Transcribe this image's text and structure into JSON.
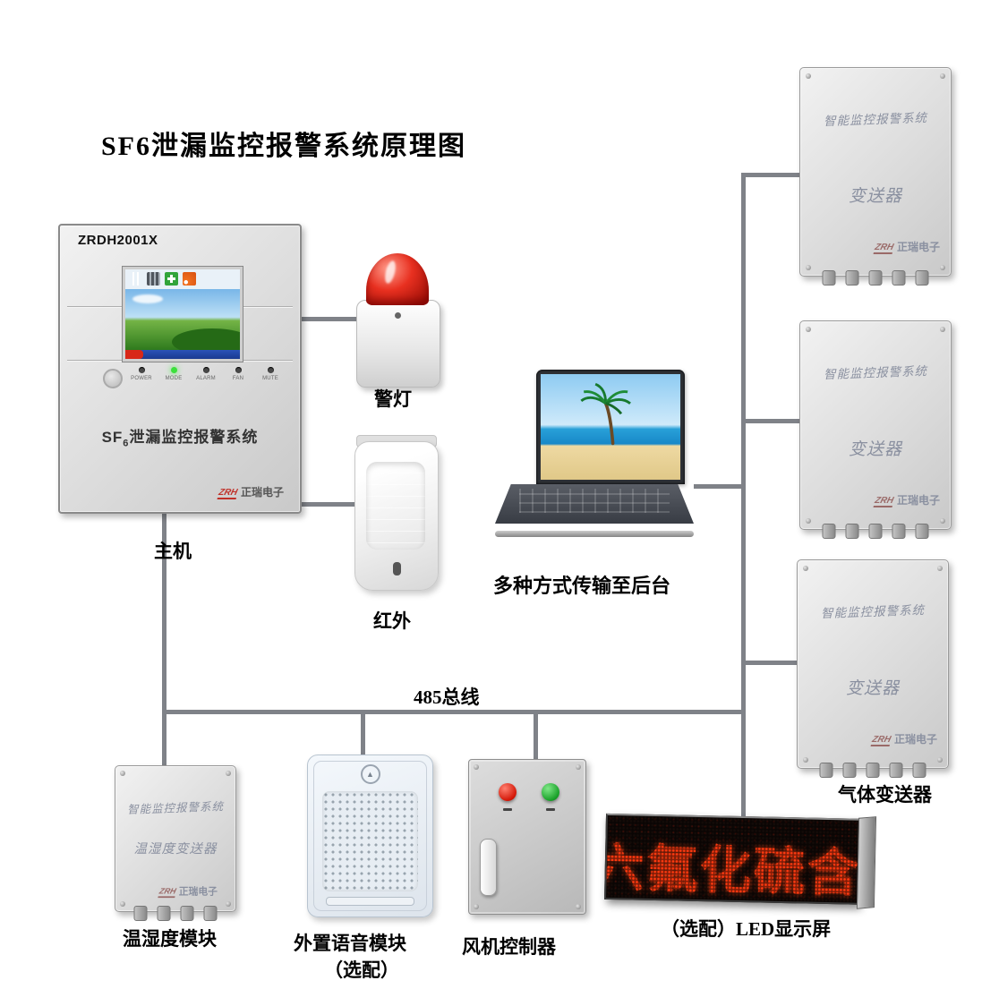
{
  "title": "SF6泄漏监控报警系统原理图",
  "main_unit": {
    "model": "ZRDH2001X",
    "name_prefix": "SF",
    "name_sub": "6",
    "name_rest": "泄漏监控报警系统",
    "brand_mark": "ZRH",
    "brand": "正瑞电子",
    "label": "主机",
    "indicators": [
      "POWER",
      "MODE",
      "ALARM",
      "FAN",
      "MUTE"
    ]
  },
  "alarm_light": {
    "label": "警灯"
  },
  "infrared_sensor": {
    "label": "红外"
  },
  "laptop": {
    "caption": "多种方式传输至后台"
  },
  "bus": {
    "label": "485总线"
  },
  "transmitters": {
    "caption": "气体变送器",
    "items": [
      {
        "system": "智能监控报警系统",
        "device": "变送器",
        "brand_mark": "ZRH",
        "brand": "正瑞电子"
      },
      {
        "system": "智能监控报警系统",
        "device": "变送器",
        "brand_mark": "ZRH",
        "brand": "正瑞电子"
      },
      {
        "system": "智能监控报警系统",
        "device": "变送器",
        "brand_mark": "ZRH",
        "brand": "正瑞电子"
      }
    ]
  },
  "temp_humidity_module": {
    "system": "智能监控报警系统",
    "device": "温湿度变送器",
    "brand_mark": "ZRH",
    "brand": "正瑞电子",
    "caption": "温湿度模块"
  },
  "voice_module": {
    "caption_line1": "外置语音模块",
    "caption_line2": "（选配）"
  },
  "fan_controller": {
    "caption": "风机控制器"
  },
  "led_display": {
    "text": "六氟化硫含量正",
    "caption": "（选配）LED显示屏"
  }
}
